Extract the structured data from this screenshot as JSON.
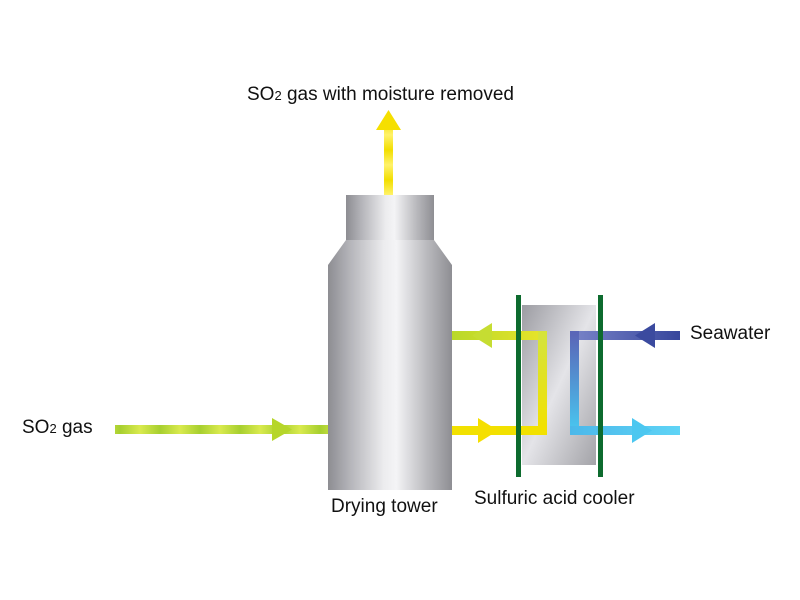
{
  "labels": {
    "output_prefix": "SO",
    "output_sub": "2",
    "output_rest": " gas with moisture removed",
    "input_prefix": "SO",
    "input_sub": "2",
    "input_rest": " gas",
    "seawater": "Seawater",
    "drying_tower": "Drying tower",
    "cooler": "Sulfuric acid cooler"
  },
  "colors": {
    "so2_gas_stream": "#b8d82a",
    "dried_gas_stream": "#f2e100",
    "acid_return_stream": "#f2e100",
    "acid_to_tower_stream": "#b8d82a",
    "seawater_in": "#3c4a9e",
    "seawater_out": "#3cc8f0",
    "cooler_plates": "#0d6b2e",
    "tower_body": "#b9b9bd"
  },
  "icons": {
    "flow_arrow": "triangle-arrowhead"
  }
}
